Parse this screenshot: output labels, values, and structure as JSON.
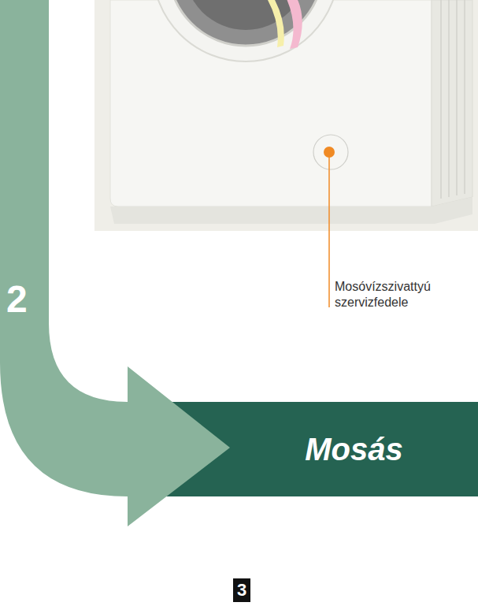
{
  "diagram": {
    "nodes": [
      {
        "text": [
          "2"
        ]
      },
      {
        "text": [
          "Mosás"
        ]
      }
    ],
    "labels": [
      "Mosóvízszivattyú szervizfedele",
      "3"
    ]
  }
}
